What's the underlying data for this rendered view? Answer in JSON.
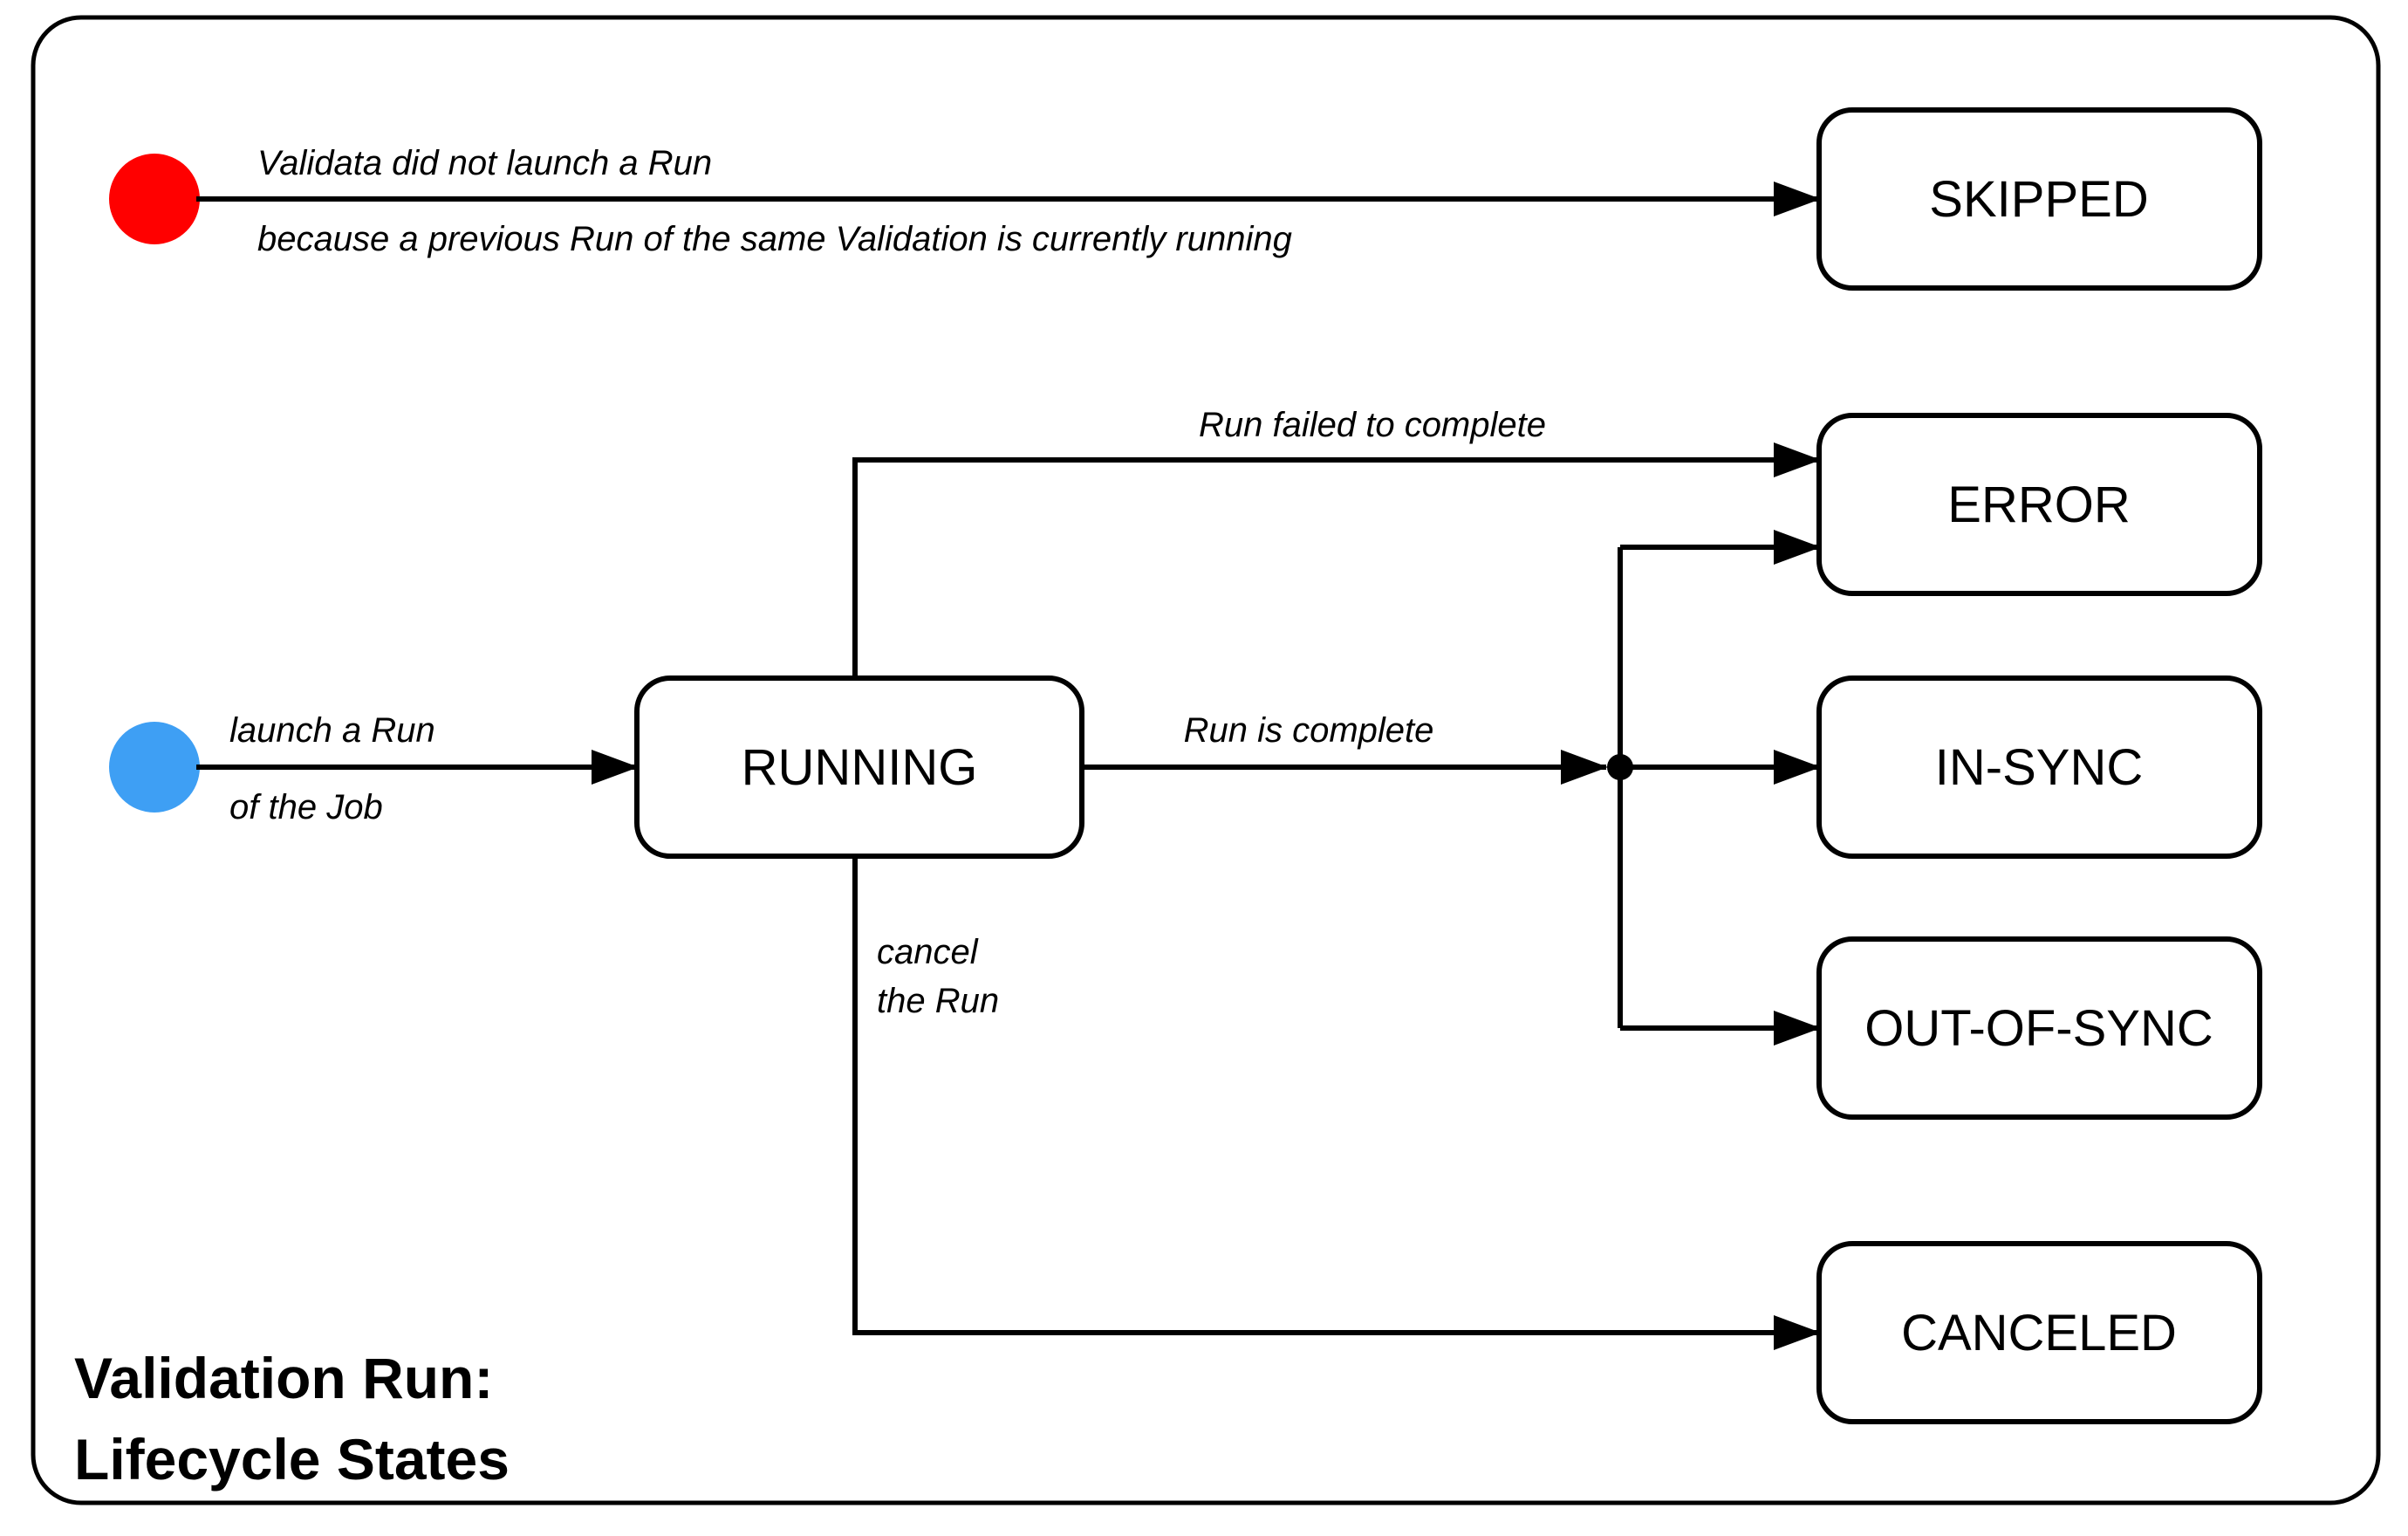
{
  "diagram": {
    "title": {
      "line1": "Validation Run:",
      "line2": "Lifecycle States"
    },
    "states": {
      "skipped": "SKIPPED",
      "error": "ERROR",
      "running": "RUNNING",
      "in_sync": "IN-SYNC",
      "out_of_sync": "OUT-OF-SYNC",
      "canceled": "CANCELED"
    },
    "edges": {
      "skipped_reason_line1": "Validata did not launch a Run",
      "skipped_reason_line2": "because a previous Run of the same Validation is currently running",
      "launch_line1": "launch a Run",
      "launch_line2": "of the Job",
      "failed": "Run failed to complete",
      "complete": "Run is complete",
      "cancel_line1": "cancel",
      "cancel_line2": "the Run"
    },
    "colors": {
      "start_skipped": "#FF0000",
      "start_launch": "#3E9FF4",
      "line": "#000000",
      "background": "#FFFFFF"
    }
  }
}
